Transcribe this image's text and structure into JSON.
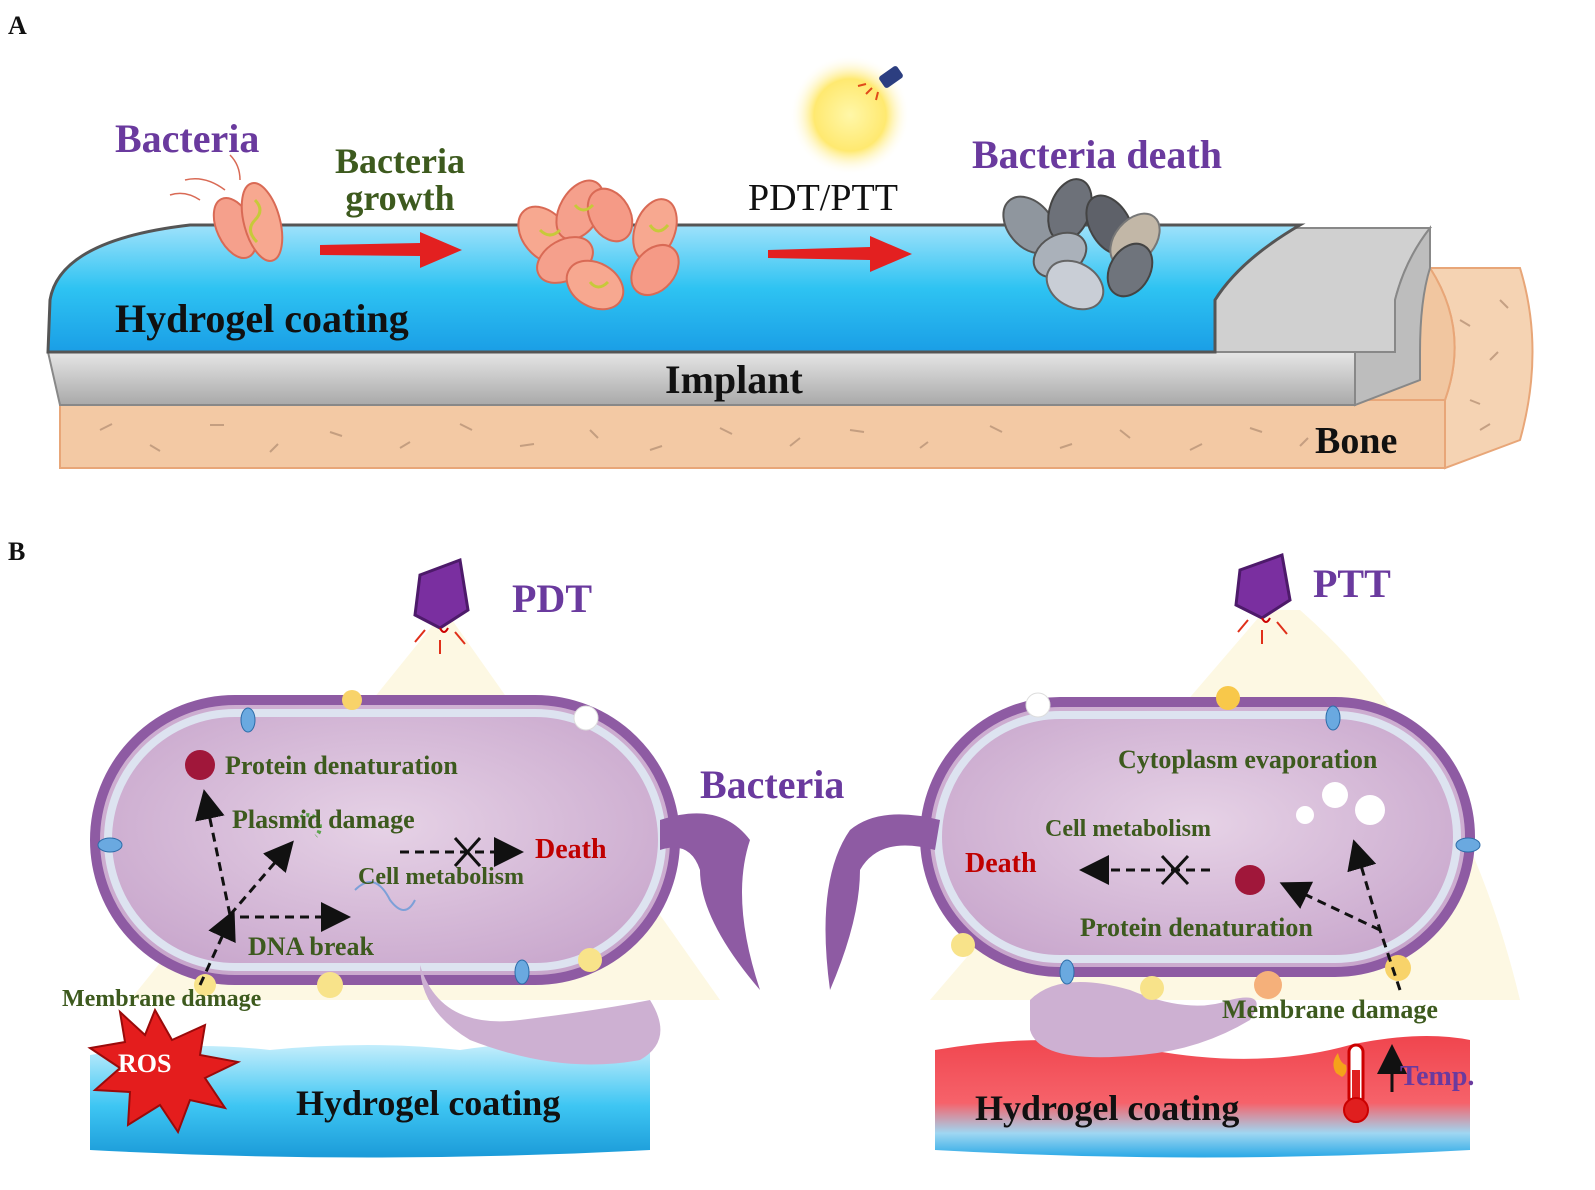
{
  "panelA": {
    "letter": "A",
    "bacteria": "Bacteria",
    "growth_line1": "Bacteria",
    "growth_line2": "growth",
    "treatment": "PDT/PTT",
    "death": "Bacteria death",
    "coating": "Hydrogel coating",
    "implant": "Implant",
    "bone": "Bone"
  },
  "panelB": {
    "letter": "B",
    "center_label": "Bacteria",
    "pdt": {
      "title": "PDT",
      "protein": "Protein denaturation",
      "plasmid": "Plasmid damage",
      "death": "Death",
      "metabolism": "Cell metabolism",
      "dna": "DNA break",
      "membrane": "Membrane damage",
      "ros": "ROS",
      "coating": "Hydrogel coating"
    },
    "ptt": {
      "title": "PTT",
      "cytoplasm": "Cytoplasm evaporation",
      "metabolism": "Cell metabolism",
      "death": "Death",
      "protein": "Protein denaturation",
      "membrane": "Membrane damage",
      "temp": "Temp.",
      "coating": "Hydrogel coating"
    }
  },
  "colors": {
    "purple_label": "#6a3a9e",
    "green_label": "#3d5a1e",
    "red_label": "#c00000",
    "hydrogel_blue": "#2ec3f2",
    "implant_gray": "#c8c8c8",
    "bone_tan": "#f3c9a4",
    "cell_fill": "#d8b9d8",
    "cell_outline": "#8e5ba3",
    "arrow_red": "#e32020"
  }
}
